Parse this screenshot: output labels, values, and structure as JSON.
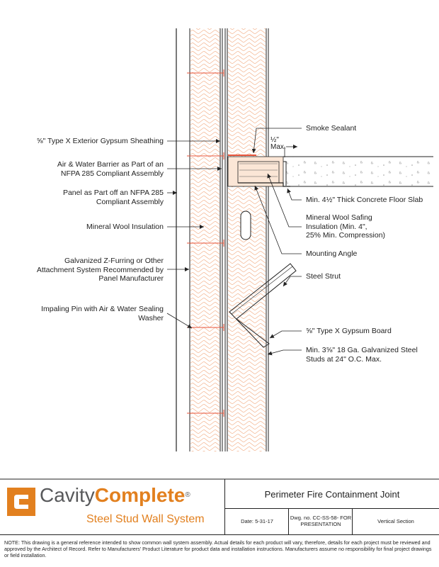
{
  "callouts": {
    "exterior_gypsum": "⅝\" Type X Exterior Gypsum Sheathing",
    "air_water_barrier_l1": "Air & Water Barrier as Part of an",
    "air_water_barrier_l2": "NFPA 285 Compliant Assembly",
    "panel_l1": "Panel as Part off an NFPA 285",
    "panel_l2": "Compliant Assembly",
    "mineral_wool": "Mineral Wool Insulation",
    "zfurring_l1": "Galvanized Z-Furring or Other",
    "zfurring_l2": "Attachment System Recommended by",
    "zfurring_l3": "Panel Manufacturer",
    "impaling_l1": "Impaling Pin with Air & Water Sealing",
    "impaling_l2": "Washer",
    "smoke_sealant": "Smoke Sealant",
    "gap_fraction": "½\"",
    "gap_max": "Max.",
    "floor_slab": "Min. 4½\" Thick Concrete Floor Slab",
    "safing_l1": "Mineral Wool Safing",
    "safing_l2": "Insulation (Min. 4\",",
    "safing_l3": "25% Min. Compression)",
    "mounting_angle": "Mounting Angle",
    "steel_strut": "Steel Strut",
    "gypsum_board": "⅝\" Type X Gypsum Board",
    "studs_l1": "Min. 3⅝\" 18 Ga. Galvanized Steel",
    "studs_l2": "Studs at 24\" O.C. Max."
  },
  "title_block": {
    "brand_part1": "Cavity",
    "brand_part2": "Complete",
    "registered": "®",
    "subtitle": "Steel Stud Wall System",
    "drawing_title": "Perimeter Fire Containment Joint",
    "date": "Date: 5-31-17",
    "dwg_no_l1": "Dwg. no. CC-SS-58- FOR",
    "dwg_no_l2": "PRESENTATION",
    "view": "Vertical Section"
  },
  "note": "NOTE: This drawing is a general reference intended to show common wall system assembly. Actual details for each product will vary, therefore, details for each project must be reviewed and approved by the Architect of Record. Refer to Manufacturers' Product Literature for product data and installation instructions. Manufacturers assume no responsibility for final project drawings or field installation.",
  "colors": {
    "brand_orange": "#e2801f",
    "brand_gray": "#58595b",
    "insulation": "#f3b28c",
    "pin": "#e8553b",
    "line": "#222222"
  }
}
